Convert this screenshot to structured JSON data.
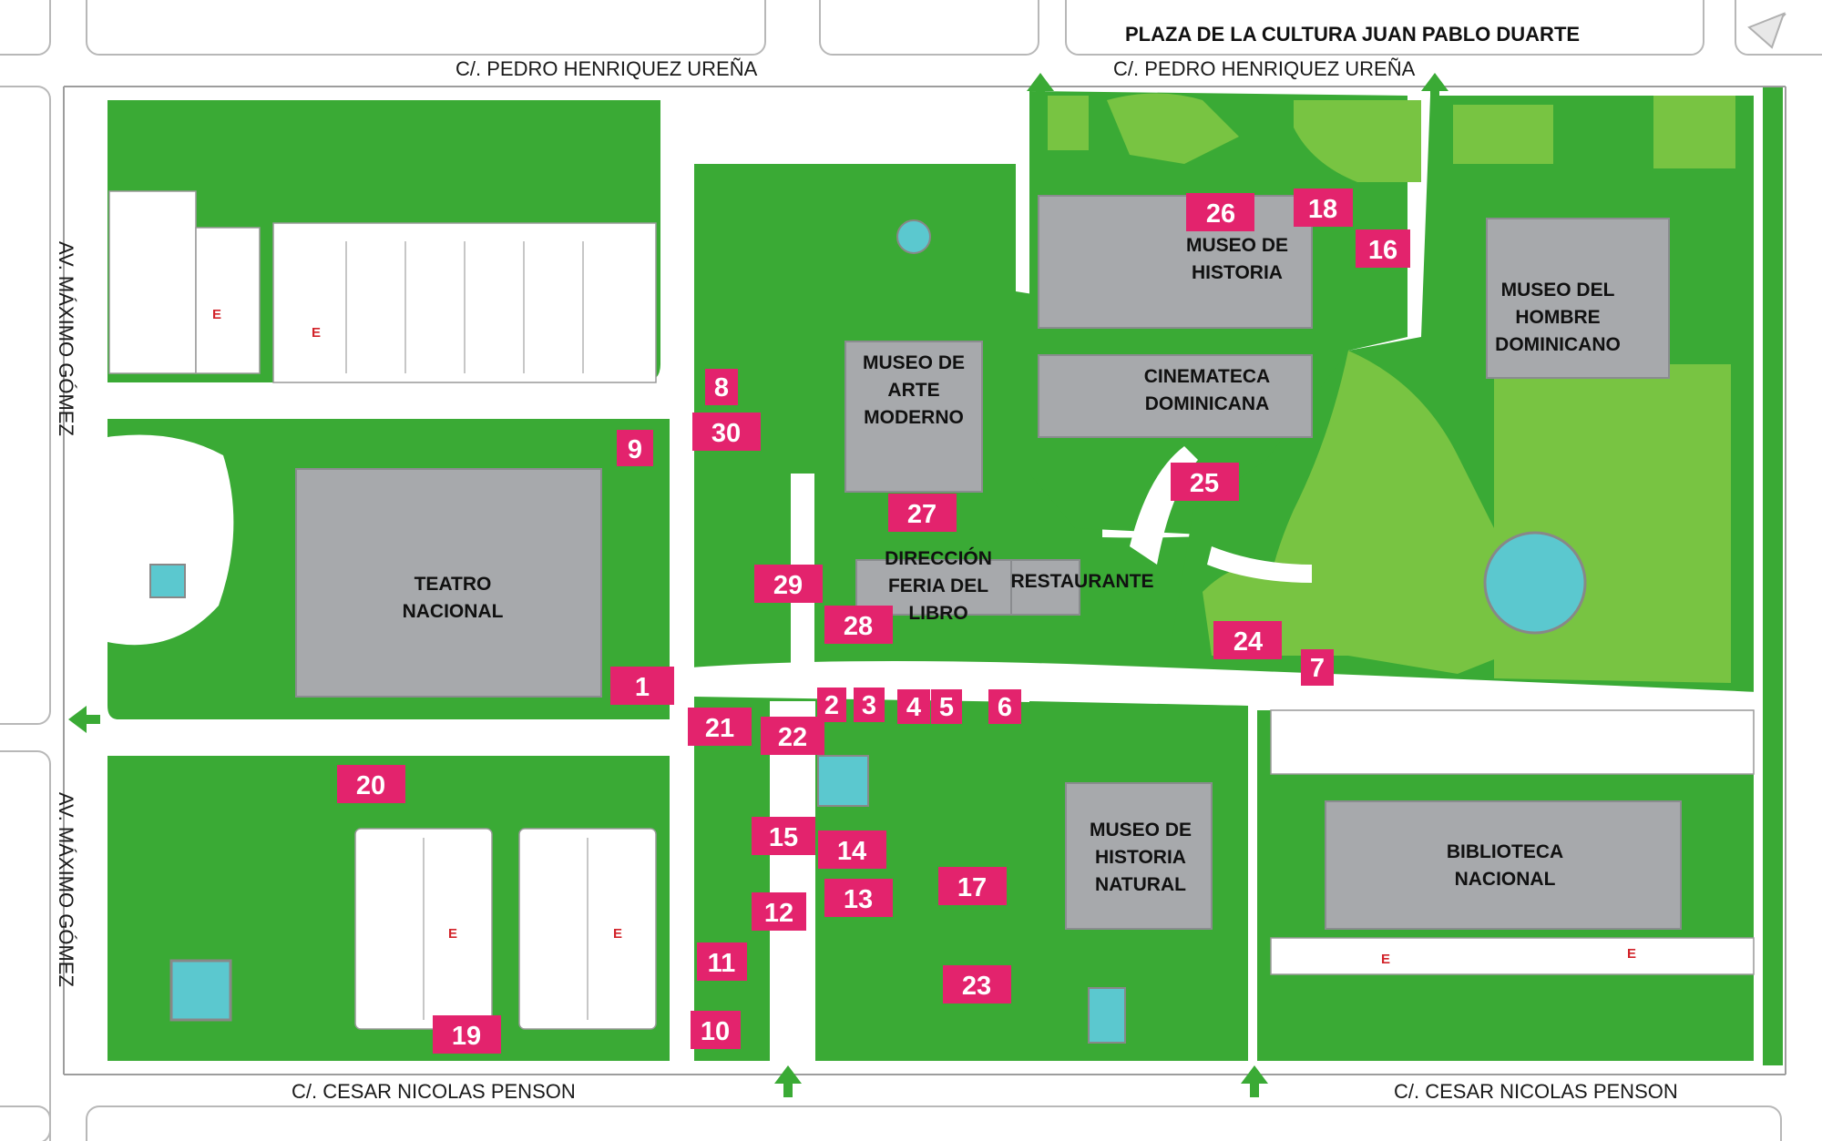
{
  "streets": {
    "top_left": "C/. PEDRO HENRIQUEZ UREÑA",
    "top_right": "C/. PEDRO HENRIQUEZ UREÑA",
    "bottom_left": "C/. CESAR NICOLAS PENSON",
    "bottom_right": "C/. CESAR NICOLAS PENSON",
    "left_upper": "AV. MÁXIMO GÓMEZ",
    "left_lower": "AV. MÁXIMO GÓMEZ",
    "plaza": "PLAZA DE LA CULTURA JUAN PABLO DUARTE"
  },
  "buildings": {
    "teatro": [
      "TEATRO",
      "NACIONAL"
    ],
    "arte": [
      "MUSEO DE",
      "ARTE",
      "MODERNO"
    ],
    "historia": [
      "MUSEO DE",
      "HISTORIA"
    ],
    "cinemateca": [
      "CINEMATECA",
      "DOMINICANA"
    ],
    "hombre": [
      "MUSEO DEL",
      "HOMBRE",
      "DOMINICANO"
    ],
    "feria": [
      "DIRECCIÓN",
      "FERIA DEL",
      "LIBRO"
    ],
    "restaurante": [
      "RESTAURANTE"
    ],
    "natural": [
      "MUSEO DE",
      "HISTORIA",
      "NATURAL"
    ],
    "biblioteca": [
      "BIBLIOTECA",
      "NACIONAL"
    ]
  },
  "markers": [
    "1",
    "2",
    "3",
    "4",
    "5",
    "6",
    "7",
    "8",
    "9",
    "10",
    "11",
    "12",
    "13",
    "14",
    "15",
    "16",
    "17",
    "18",
    "19",
    "20",
    "21",
    "22",
    "23",
    "24",
    "25",
    "26",
    "27",
    "28",
    "29",
    "30"
  ],
  "parking_label": "E",
  "colors": {
    "park": "#3aaa35",
    "lawn_light": "#78c442",
    "building": "#a7a9ac",
    "marker": "#e3236d",
    "path": "#ffffff",
    "water": "#5bc8cf"
  }
}
